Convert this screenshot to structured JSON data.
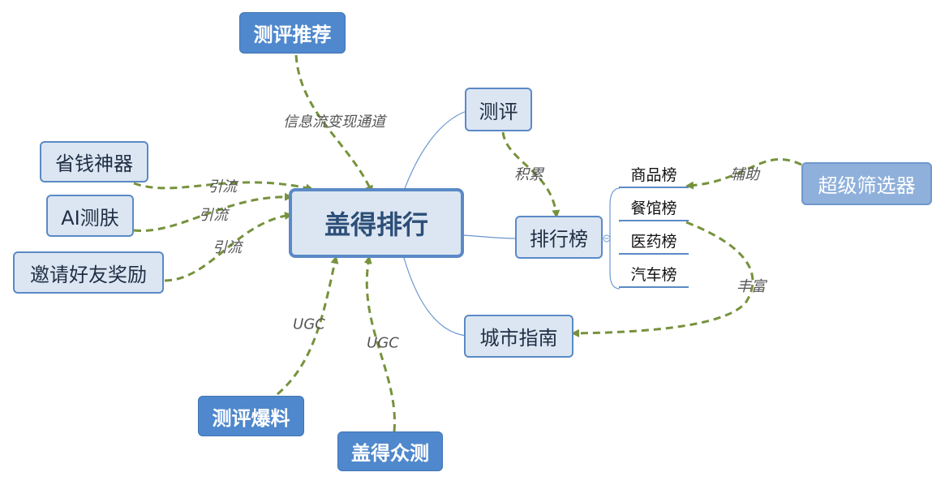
{
  "center": "盖得排行",
  "top_node": "测评推荐",
  "left_nodes": [
    "省钱神器",
    "AI测肤",
    "邀请好友奖励"
  ],
  "bottom_nodes": [
    "测评爆料",
    "盖得众测"
  ],
  "branches": [
    "测评",
    "排行榜",
    "城市指南"
  ],
  "sub_items": [
    "商品榜",
    "餐馆榜",
    "医药榜",
    "汽车榜"
  ],
  "side_node": "超级筛选器",
  "edge_labels": {
    "top": "信息流变现通道",
    "left1": "引流",
    "left2": "引流",
    "left3": "引流",
    "bottom1": "UGC",
    "bottom2": "UGC",
    "accumulate": "积累",
    "assist": "辅助",
    "enrich": "丰富"
  },
  "colors": {
    "node_fill": "#dce6f2",
    "node_border": "#5a8ac6",
    "dark_node": "#4f88cc",
    "arrow": "#76923c"
  }
}
